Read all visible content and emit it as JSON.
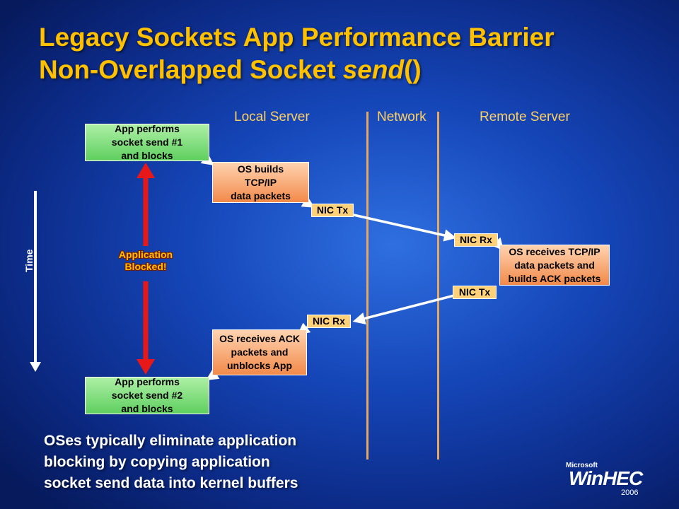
{
  "title": {
    "line1": "Legacy Sockets App Performance Barrier",
    "line2_prefix": "Non-Overlapped Socket ",
    "line2_italic": "send",
    "line2_suffix": "()"
  },
  "columns": {
    "local": "Local Server",
    "network": "Network",
    "remote": "Remote Server"
  },
  "boxes": {
    "send1": [
      "App performs",
      "socket send #1",
      "and blocks"
    ],
    "os_builds": [
      "OS builds",
      "TCP/IP",
      "data packets"
    ],
    "os_receives_tcp": [
      "OS receives TCP/IP",
      "data packets and",
      "builds ACK packets"
    ],
    "os_receives_ack": [
      "OS receives ACK",
      "packets and",
      "unblocks App"
    ],
    "send2": [
      "App performs",
      "socket send #2",
      "and blocks"
    ]
  },
  "nic": {
    "local_tx": "NIC Tx",
    "remote_rx": "NIC Rx",
    "remote_tx": "NIC Tx",
    "local_rx": "NIC Rx"
  },
  "blocked_label": [
    "Application",
    "Blocked!"
  ],
  "time_label": "Time",
  "footer": [
    "OSes typically eliminate application",
    "blocking by copying application",
    "socket send data into kernel buffers"
  ],
  "logo": {
    "company": "Microsoft",
    "name": "WinHEC",
    "year": "2006"
  },
  "colors": {
    "title": "#ffc000",
    "column_header": "#ffd060",
    "green_box": "#6fd36a",
    "orange_box": "#f28a4a",
    "nic_box": "#ffd27a",
    "blocked_arrow": "#e81818",
    "divider": "#e8a860"
  }
}
